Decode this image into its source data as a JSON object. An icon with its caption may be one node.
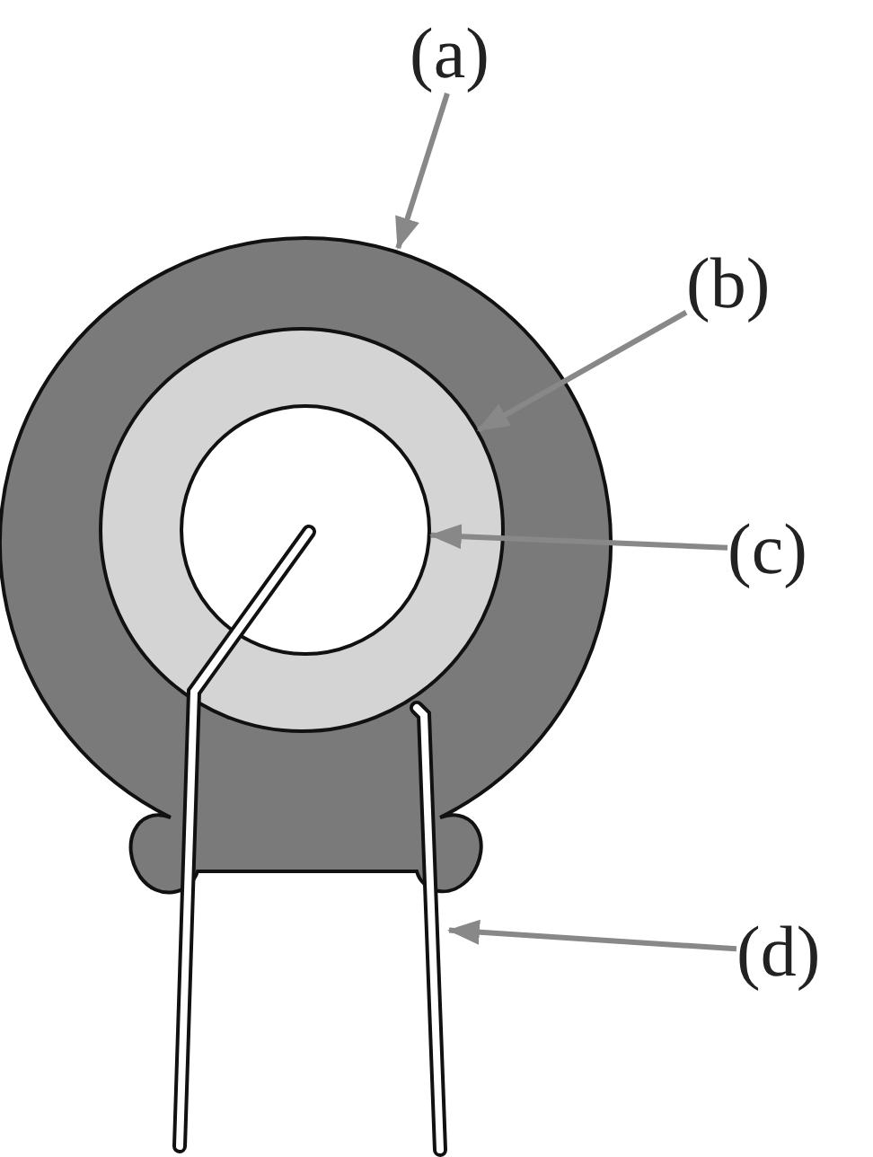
{
  "diagram": {
    "nodes": [
      {
        "text": [
          "(a)"
        ]
      },
      {
        "text": [
          "(b)"
        ]
      },
      {
        "text": [
          "(c)"
        ]
      },
      {
        "text": [
          "(d)"
        ]
      },
      {
        "text": [],
        "shape": "circle"
      },
      {
        "text": [],
        "shape": "circle",
        "in": 4
      },
      {
        "text": [],
        "shape": "circle",
        "in": 5
      },
      {
        "text": [],
        "shape": "wire"
      }
    ],
    "edges": [
      {
        "from": 0,
        "to": 4,
        "arrow": "to"
      },
      {
        "from": 1,
        "to": 5,
        "arrow": "to"
      },
      {
        "from": 2,
        "to": 6,
        "arrow": "to"
      },
      {
        "from": 3,
        "to": 7,
        "arrow": "to"
      }
    ]
  }
}
